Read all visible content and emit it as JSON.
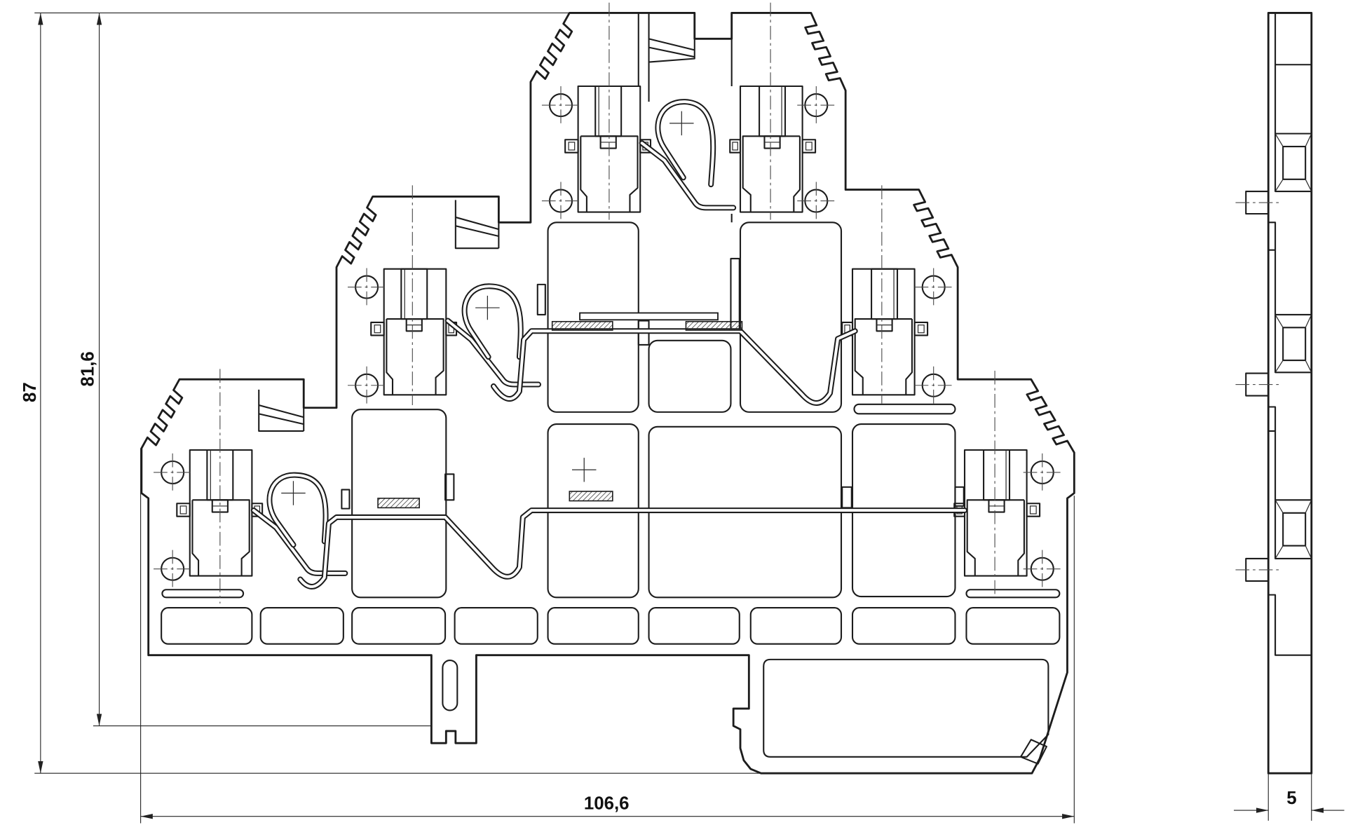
{
  "dimensions": {
    "overall_height": "87",
    "height_to_rail": "81,6",
    "overall_width": "106,6",
    "thickness": "5"
  }
}
